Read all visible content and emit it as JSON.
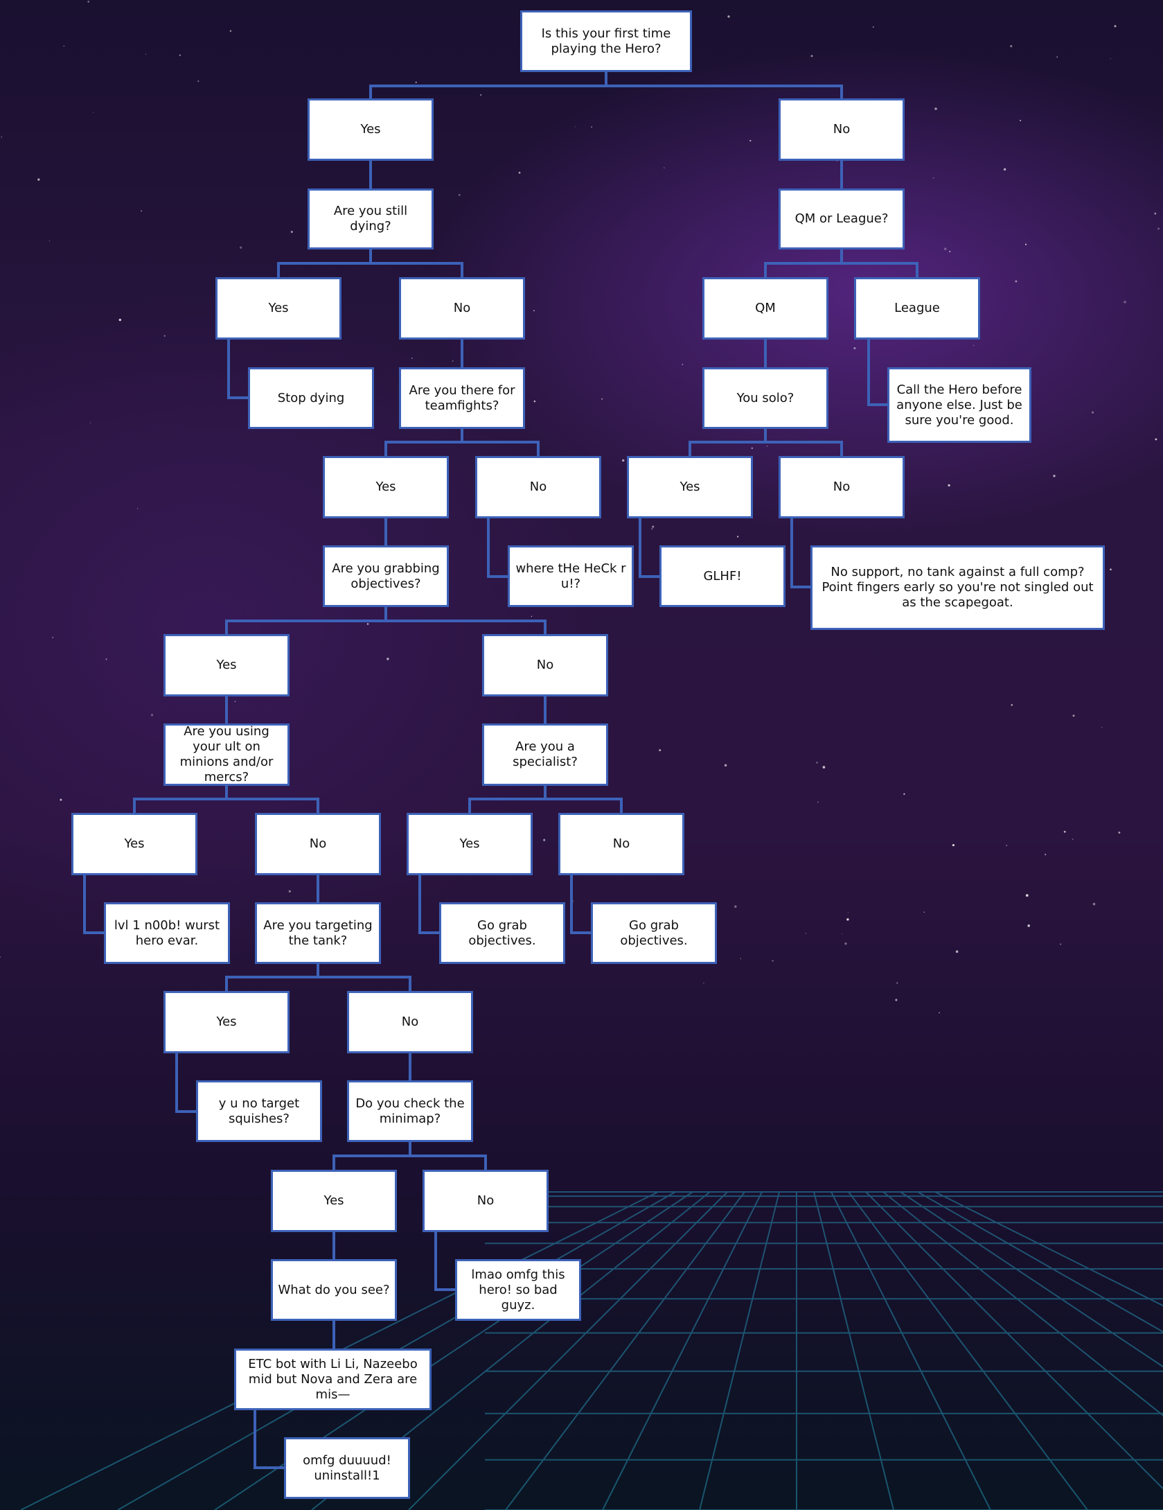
{
  "colors": {
    "box_border": "#3d62b8",
    "box_fill": "#ffffff",
    "connector": "#3d62b8",
    "grid": "#2aa6c9"
  },
  "flowchart": {
    "nodes": {
      "root": "Is this your first time playing the Hero?",
      "yes_first": "Yes",
      "no_first": "No",
      "still_dying": "Are you still dying?",
      "qm_league": "QM or League?",
      "dying_yes": "Yes",
      "dying_no": "No",
      "qm": "QM",
      "league": "League",
      "stop_dying": "Stop dying",
      "teamfights": "Are you there for teamfights?",
      "you_solo": "You solo?",
      "call_hero": "Call the Hero before anyone else. Just be sure you're good.",
      "tf_yes": "Yes",
      "tf_no": "No",
      "solo_yes": "Yes",
      "solo_no": "No",
      "grabbing_obj": "Are you grabbing objectives?",
      "where_heck": "where tHe HeCk r u!?",
      "glhf": "GLHF!",
      "no_support": "No support, no tank against a full comp? Point fingers early so you're not singled out as the scapegoat.",
      "obj_yes": "Yes",
      "obj_no": "No",
      "ult_minions": "Are you using your ult on minions and/or mercs?",
      "specialist": "Are you a specialist?",
      "ult_yes": "Yes",
      "ult_no": "No",
      "spec_yes": "Yes",
      "spec_no": "No",
      "lvl1_noob": "lvl 1 n00b! wurst hero evar.",
      "targeting_tank": "Are you targeting the tank?",
      "go_grab_1": "Go grab objectives.",
      "go_grab_2": "Go grab objectives.",
      "tank_yes": "Yes",
      "tank_no": "No",
      "y_u_no": "y u no target squishes?",
      "check_minimap": "Do you check the minimap?",
      "map_yes": "Yes",
      "map_no": "No",
      "what_see": "What do you see?",
      "lmao": "lmao omfg this hero! so bad guyz.",
      "etc_bot": "ETC bot with Li Li, Nazeebo mid but Nova and Zera are mis—",
      "omfg": "omfg duuuud! uninstall!1"
    }
  }
}
